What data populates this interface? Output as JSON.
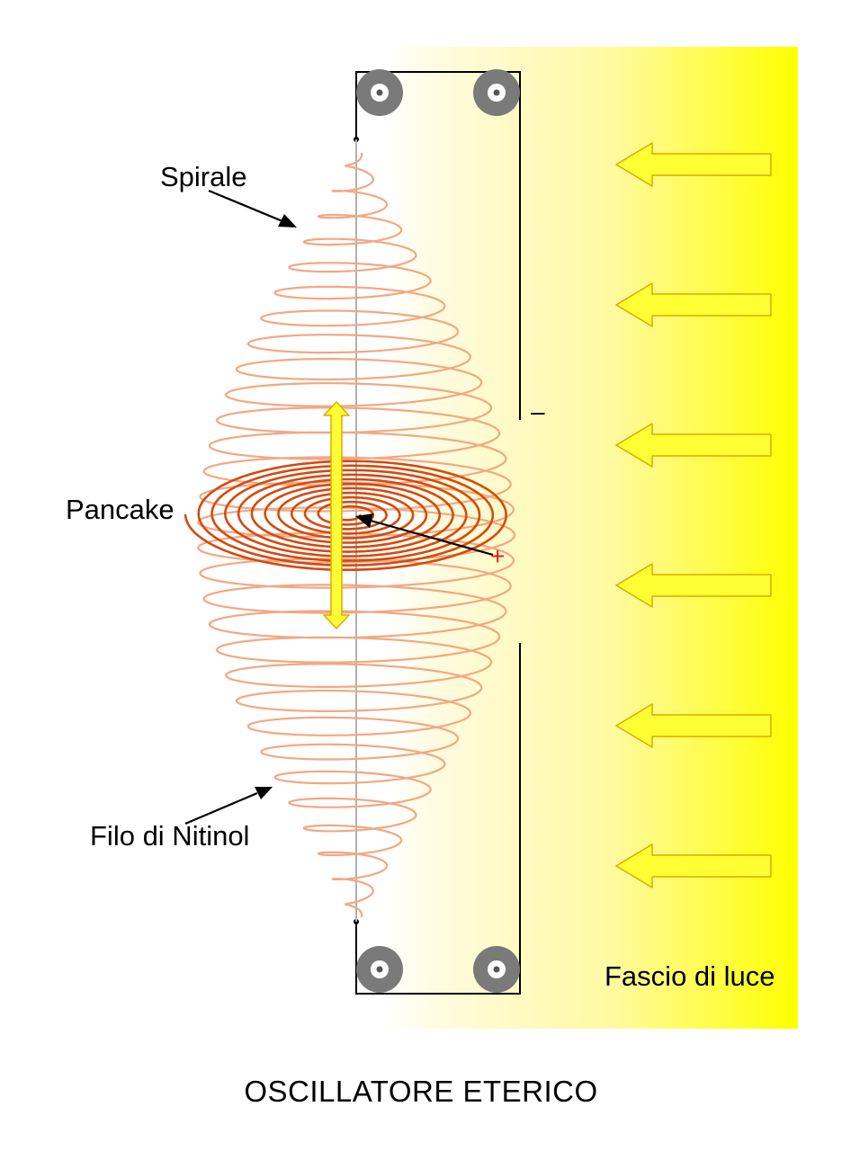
{
  "labels": {
    "spirale": "Spirale",
    "pancake": "Pancake",
    "filo": "Filo di Nitinol",
    "fascio": "Fascio di luce",
    "title": "OSCILLATORE ETERICO",
    "minus": "–",
    "plus": "+"
  },
  "colors": {
    "light_beam": "#ffff00",
    "spiral_wire": "#f2a882",
    "pancake_coil": "#d44a10",
    "arrow_fill": "#ffff33",
    "arrow_stroke": "#e0a800",
    "pulley": "#7a7a7a",
    "plus_sign": "#e0201a"
  },
  "icons": {
    "light_arrows": "left-arrow-icon",
    "pulleys": "pulley-icon",
    "oscillation": "double-arrow-icon"
  }
}
